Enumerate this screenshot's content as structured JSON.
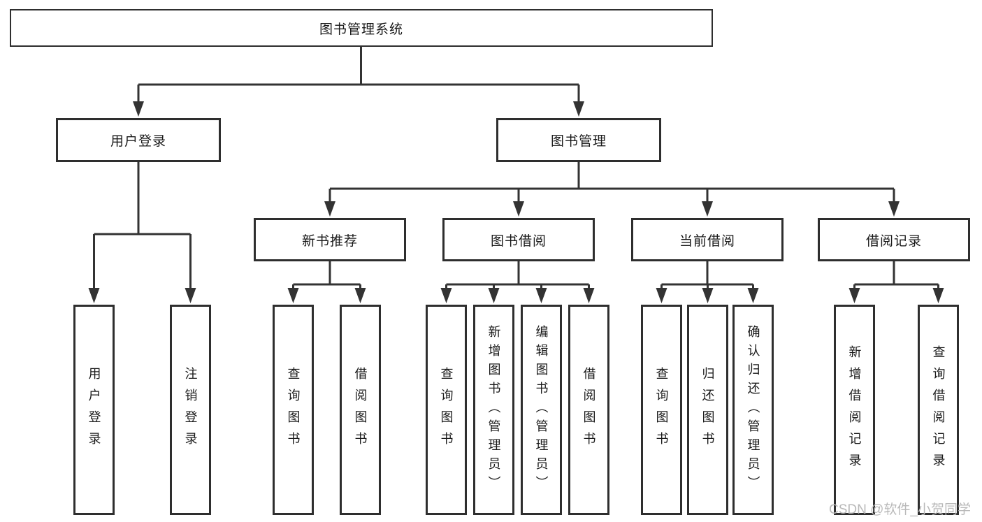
{
  "diagram": {
    "root": {
      "label": "图书管理系统"
    },
    "level2": [
      {
        "label": "用户登录"
      },
      {
        "label": "图书管理"
      }
    ],
    "level3": [
      {
        "label": "新书推荐"
      },
      {
        "label": "图书借阅"
      },
      {
        "label": "当前借阅"
      },
      {
        "label": "借阅记录"
      }
    ],
    "leaves": {
      "user_login": [
        {
          "label": "用户登录"
        },
        {
          "label": "注销登录"
        }
      ],
      "new_books": [
        {
          "label": "查询图书"
        },
        {
          "label": "借阅图书"
        }
      ],
      "book_borrow": [
        {
          "label": "查询图书"
        },
        {
          "label": "新增图书（管理员）"
        },
        {
          "label": "编辑图书（管理员）"
        },
        {
          "label": "借阅图书"
        }
      ],
      "current_borrow": [
        {
          "label": "查询图书"
        },
        {
          "label": "归还图书"
        },
        {
          "label": "确认归还（管理员）"
        }
      ],
      "borrow_records": [
        {
          "label": "新增借阅记录"
        },
        {
          "label": "查询借阅记录"
        }
      ]
    }
  },
  "watermark": {
    "text": "CSDN @软件_小贺同学",
    "color": "#b9b9b9"
  },
  "colors": {
    "line": "#333333",
    "box_border": "#2e2e2e",
    "box_fill": "#ffffff",
    "text": "#1a1a1a",
    "background": "#ffffff"
  }
}
